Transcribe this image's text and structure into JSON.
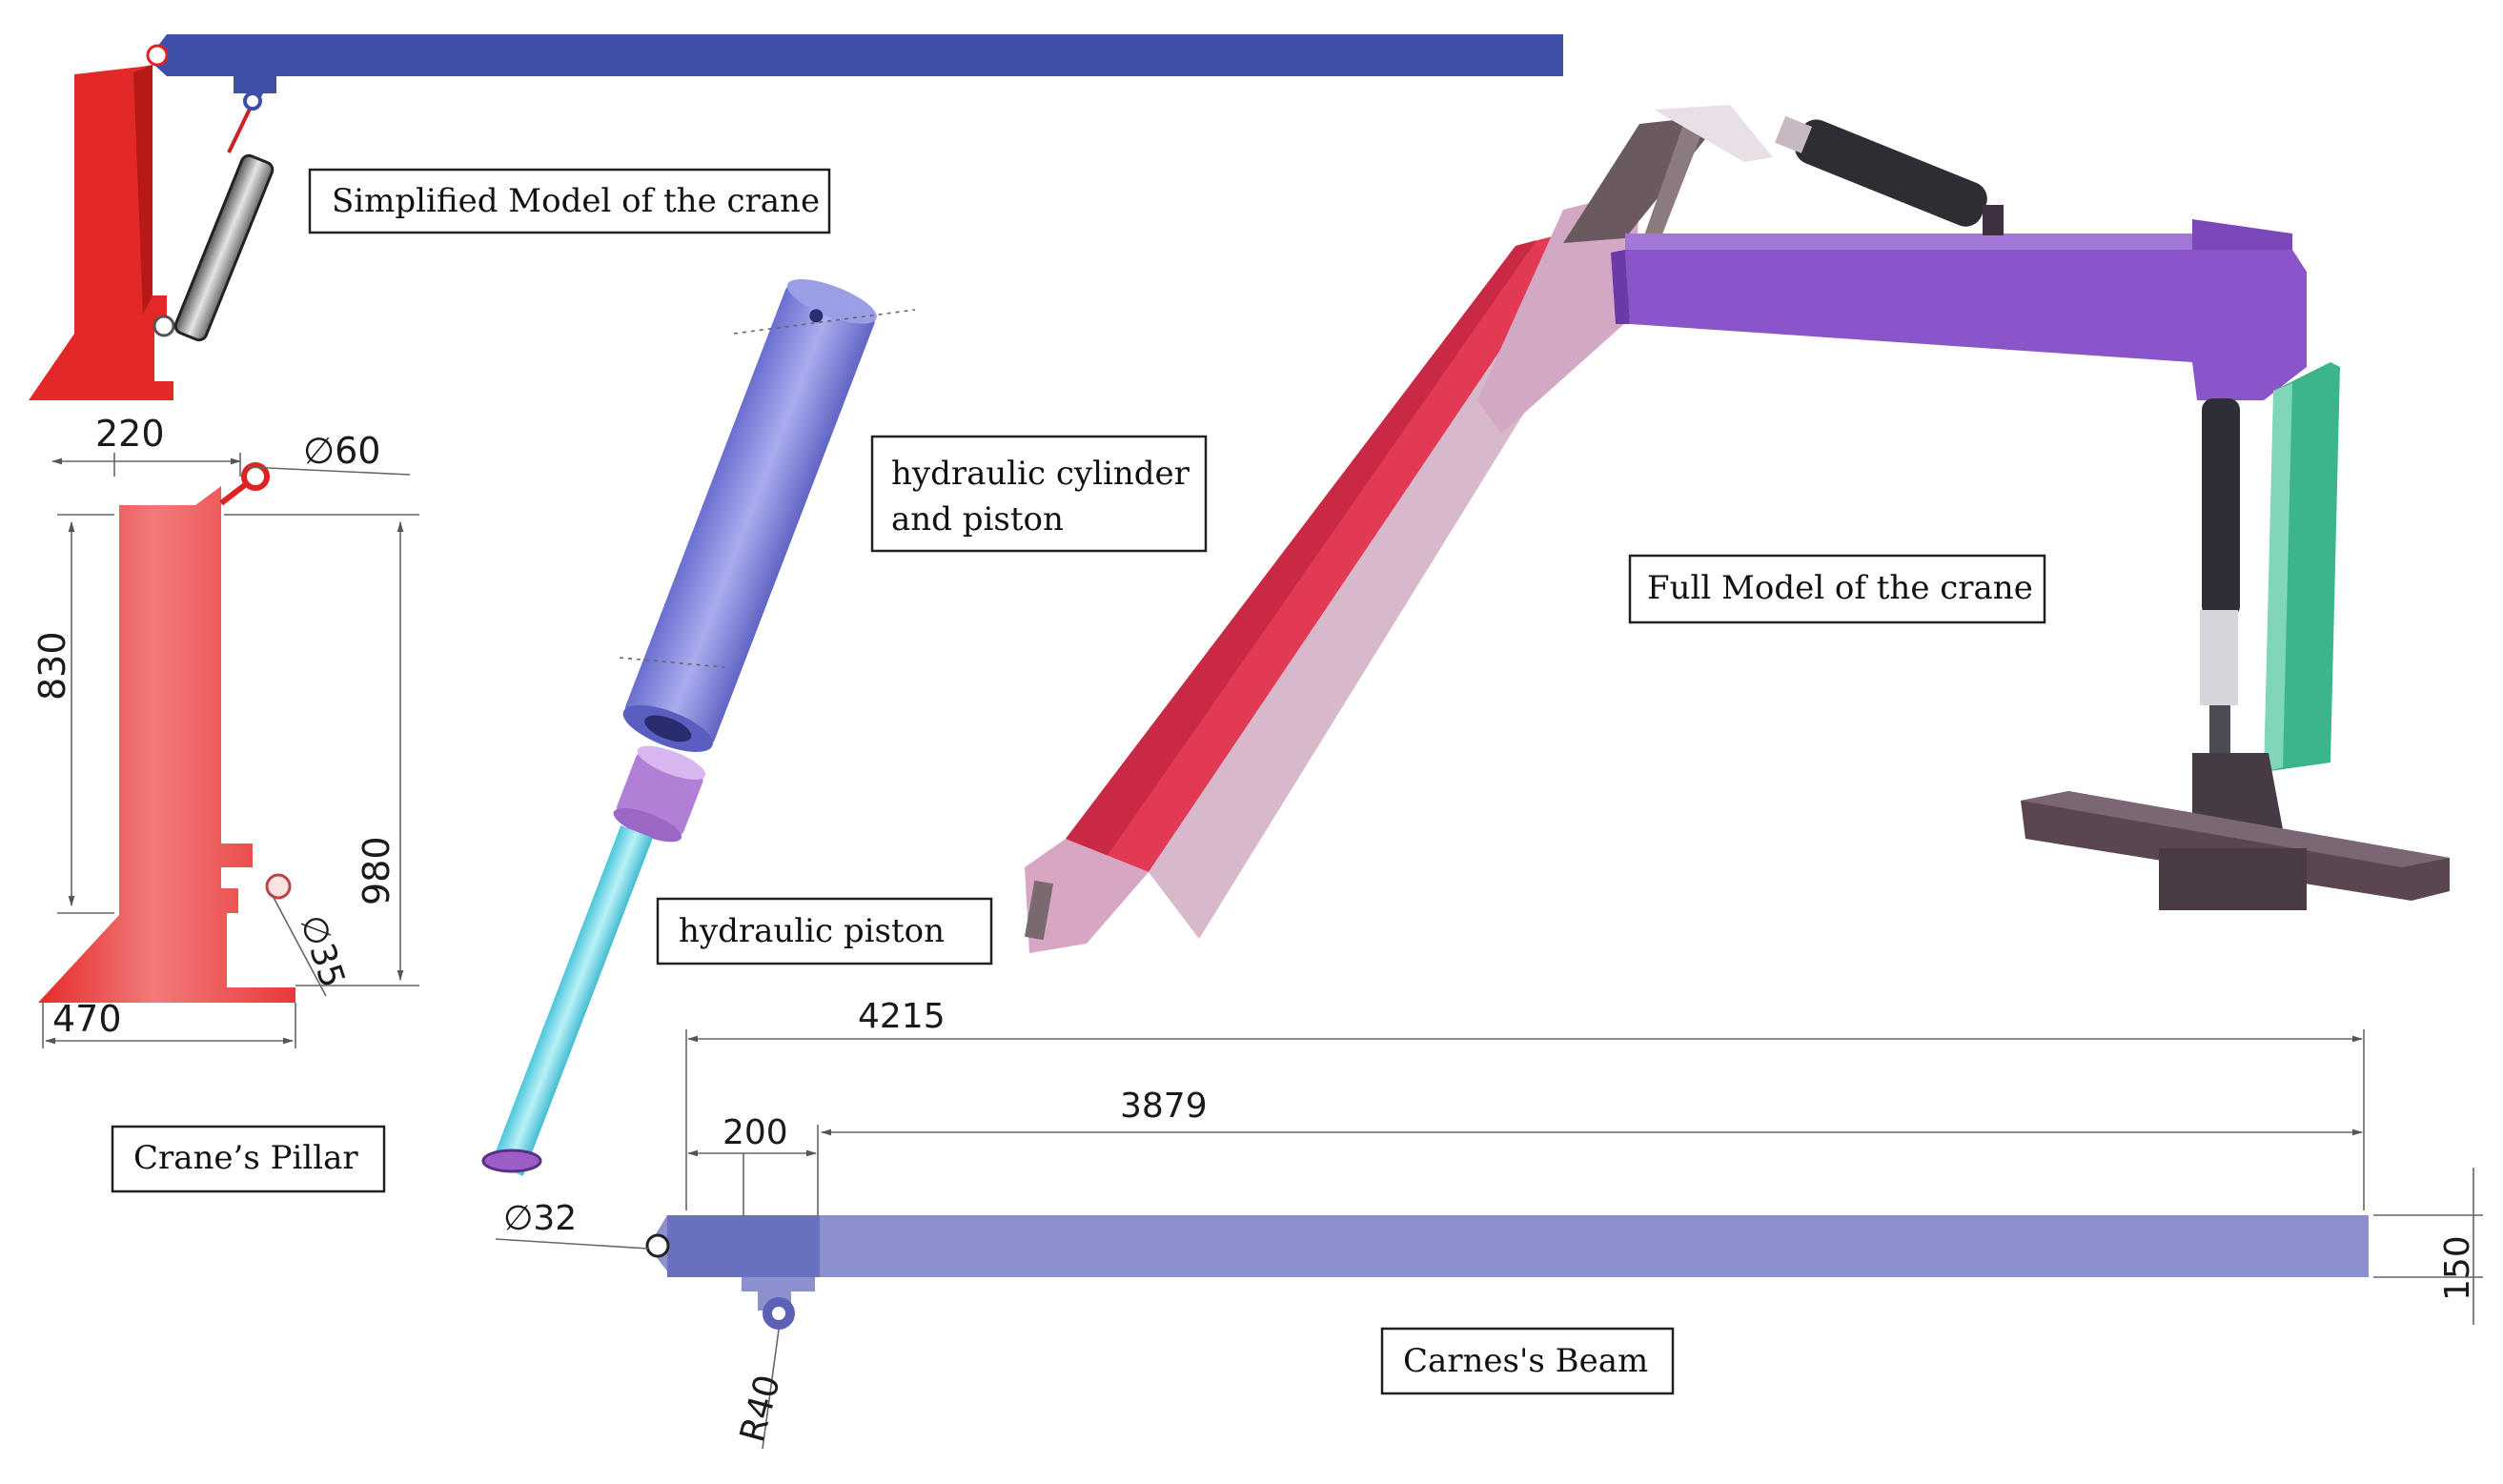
{
  "labels": {
    "simplified": "Simplified Model of the crane",
    "hyd_cyl_line1": "hydraulic cylinder",
    "hyd_cyl_line2": "and piston",
    "full_model": "Full Model of the crane",
    "hyd_piston": "hydraulic piston",
    "pillar": "Crane’s Pillar",
    "beam": "Carnes's Beam"
  },
  "pillar_dimensions": {
    "width_top": "220",
    "pin_dia": "∅60",
    "height_upper": "830",
    "height_total": "980",
    "lower_pin_dia": "∅35",
    "base_width": "470"
  },
  "beam_dimensions": {
    "total_length": "4215",
    "pin_offset": "200",
    "inner_length": "3879",
    "height": "150",
    "lug_radius": "R40",
    "pin_dia": "∅32"
  },
  "colors": {
    "pillar": "#e32d2d",
    "beam": "#4553a8",
    "cylinder": "#7479d8",
    "piston_rod": "#6fd6e6",
    "boom": "#e23a55",
    "arm": "#8a55c8",
    "column": "#3db58a",
    "base": "#5a4650"
  }
}
